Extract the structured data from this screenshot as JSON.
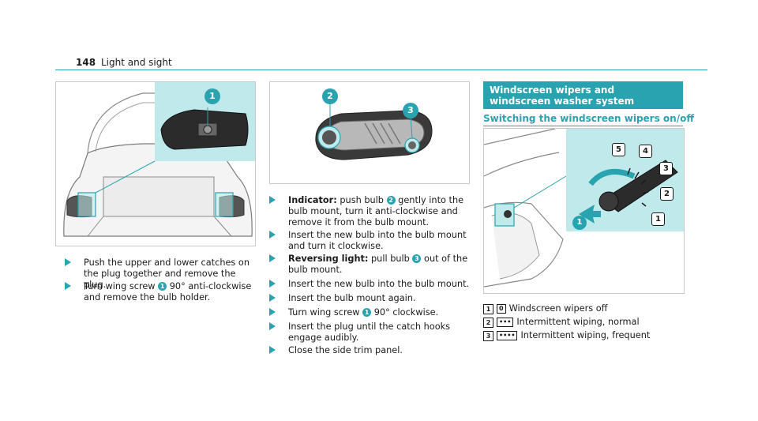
{
  "header": {
    "page_number": "148",
    "section": "Light and sight"
  },
  "figures": {
    "trunk": {
      "callouts": [
        "1"
      ]
    },
    "bulb": {
      "callouts": [
        "2",
        "3"
      ]
    },
    "wiper": {
      "callouts": [
        "5",
        "4",
        "3",
        "2",
        "1",
        "1"
      ]
    }
  },
  "col1": {
    "steps": [
      "Push the upper and lower catches on the plug together and remove the plug.",
      "Turn wing screw",
      "90° anti-clockwise and remove the bulb holder."
    ],
    "step2_ref": "1"
  },
  "col2": {
    "s1_label": "Indicator:",
    "s1_a": "push bulb",
    "s1_ref": "2",
    "s1_b": "gently into the bulb mount, turn it anti-clockwise and remove it from the bulb mount.",
    "s2": "Insert the new bulb into the bulb mount and turn it clockwise.",
    "s3_label": "Reversing light:",
    "s3_a": "pull bulb",
    "s3_ref": "3",
    "s3_b": "out of the bulb mount.",
    "s4": "Insert the new bulb into the bulb mount.",
    "s5": "Insert the bulb mount again.",
    "s6_a": "Turn wing screw",
    "s6_ref": "1",
    "s6_b": "90° clockwise.",
    "s7": "Insert the plug until the catch hooks engage audibly.",
    "s8": "Close the side trim panel."
  },
  "col3": {
    "section_title": "Windscreen wipers and windscreen washer system",
    "subsection_title": "Switching the windscreen wipers on/off",
    "positions": [
      {
        "key": "1",
        "symbol": "0",
        "label": "Windscreen wipers off"
      },
      {
        "key": "2",
        "symbol": "•••",
        "label": "Intermittent wiping, normal"
      },
      {
        "key": "3",
        "symbol": "••••",
        "label": "Intermittent wiping, frequent"
      }
    ]
  },
  "colors": {
    "accent": "#2aa3b0",
    "highlight": "#bfe9ea"
  }
}
